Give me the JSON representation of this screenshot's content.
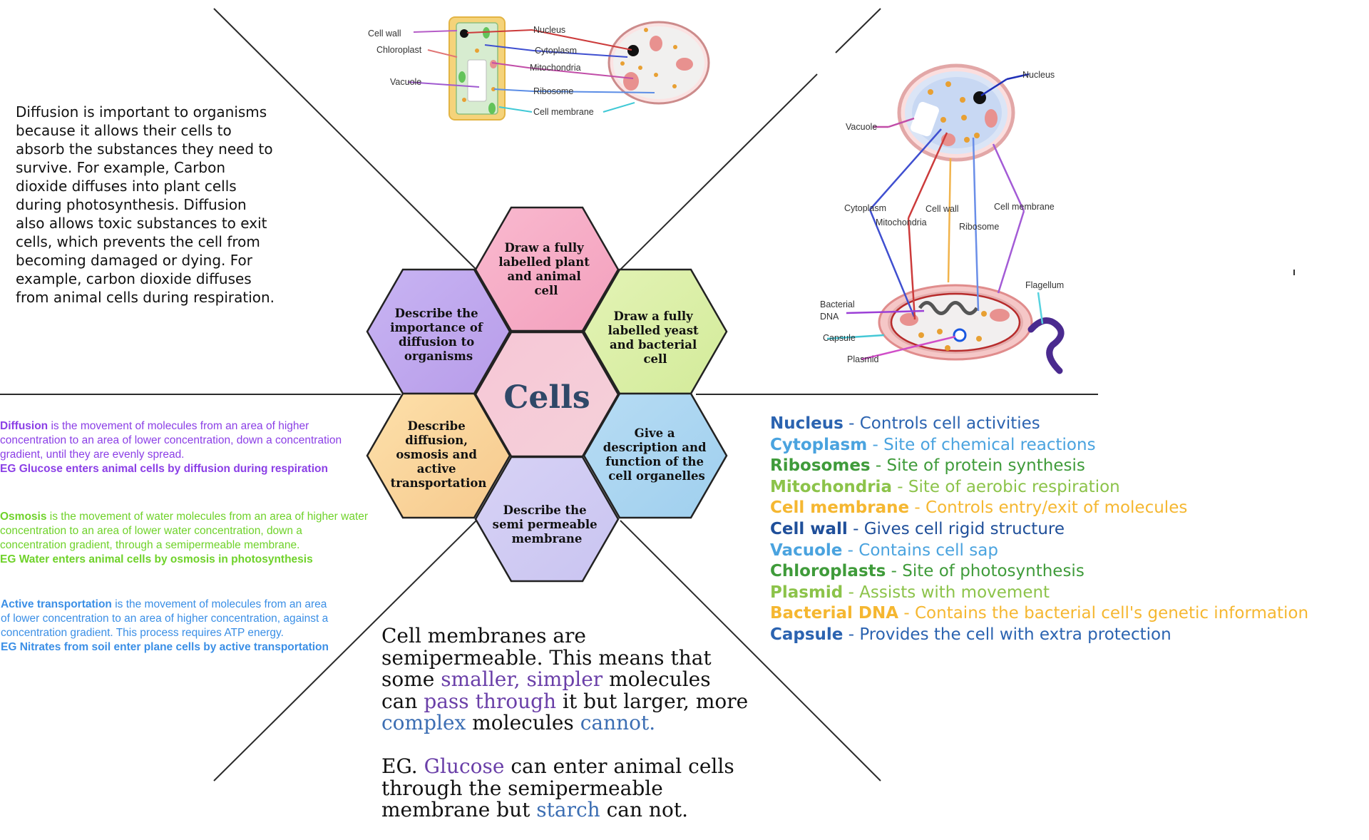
{
  "hexagons": {
    "center": "Cells",
    "top": [
      "Draw a fully",
      "labelled plant",
      "and animal",
      "cell"
    ],
    "upper_left": [
      "Describe the",
      "importance of",
      "diffusion to",
      "organisms"
    ],
    "upper_right": [
      "Draw a fully",
      "labelled yeast",
      "and bacterial",
      "cell"
    ],
    "lower_left": [
      "Describe",
      "diffusion,",
      "osmosis and",
      "active",
      "transportation"
    ],
    "lower_right": [
      "Give a",
      "description and",
      "function of the",
      "cell organelles"
    ],
    "bottom": [
      "Describe the",
      "semi permeable",
      "membrane"
    ]
  },
  "diffusion_importance": "Diffusion is important to organisms because it allows their cells to absorb the substances they need to survive. For example, Carbon dioxide diffuses into plant cells during photosynthesis. Diffusion also allows toxic substances to exit cells, which prevents the cell from becoming damaged or dying. For example, carbon dioxide diffuses from animal cells during respiration.",
  "definitions": {
    "diffusion": {
      "term": "Diffusion",
      "text": " is the movement of molecules from an area of higher concentration to an area of lower concentration, down a concentration gradient, until they are evenly spread.",
      "example": "EG Glucose enters animal cells by diffusion during respiration",
      "color": "#8b3fe6"
    },
    "osmosis": {
      "term": "Osmosis",
      "text": " is the movement of water molecules from an area of higher water concentration to an area of lower water concentration, down a concentration gradient, through a semipermeable membrane.",
      "example": "EG Water enters animal cells by osmosis in photosynthesis",
      "color": "#6fd22a"
    },
    "active": {
      "term": "Active transportation",
      "text": " is the movement of molecules from an area of lower concentration to an area of higher concentration, against a concentration gradient. This process requires ATP energy.",
      "example": "EG Nitrates from soil enter plane cells by active transportation",
      "color": "#3b8fe6"
    }
  },
  "organelles": [
    {
      "name": "Nucleus",
      "desc": " - Controls cell activities",
      "color": "#2b63b0"
    },
    {
      "name": "Cytoplasm",
      "desc": " - Site of chemical reactions",
      "color": "#4aa3df"
    },
    {
      "name": "Ribosomes",
      "desc": " - Site of protein synthesis",
      "color": "#3f9b3a"
    },
    {
      "name": "Mitochondria",
      "desc": " - Site of aerobic respiration",
      "color": "#8cc34a"
    },
    {
      "name": "Cell membrane",
      "desc": " - Controls entry/exit of molecules",
      "color": "#f5b731"
    },
    {
      "name": "Cell wall",
      "desc": " - Gives cell rigid structure",
      "color": "#1f4f9a"
    },
    {
      "name": "Vacuole",
      "desc": " - Contains cell sap",
      "color": "#4aa3df"
    },
    {
      "name": "Chloroplasts",
      "desc": " - Site of photosynthesis",
      "color": "#3f9b3a"
    },
    {
      "name": "Plasmid",
      "desc": " - Assists with movement",
      "color": "#8cc34a"
    },
    {
      "name": "Bacterial DNA",
      "desc": " - Contains the bacterial cell's genetic information",
      "color": "#f5b731"
    },
    {
      "name": "Capsule",
      "desc": " - Provides the cell with extra protection",
      "color": "#2b63b0"
    }
  ],
  "semipermeable": {
    "p1": [
      {
        "t": "Cell membranes are semipermeable. This means that some ",
        "c": ""
      },
      {
        "t": "smaller, simpler",
        "c": "purple"
      },
      {
        "t": " molecules can ",
        "c": ""
      },
      {
        "t": "pass through",
        "c": "purple"
      },
      {
        "t": " it but larger, more ",
        "c": ""
      },
      {
        "t": "complex",
        "c": "blue"
      },
      {
        "t": " molecules ",
        "c": ""
      },
      {
        "t": "cannot.",
        "c": "blue"
      }
    ],
    "p2": [
      {
        "t": "EG. ",
        "c": ""
      },
      {
        "t": "Glucose",
        "c": "purple"
      },
      {
        "t": " can enter animal cells through the semipermeable membrane but ",
        "c": ""
      },
      {
        "t": "starch",
        "c": "blue"
      },
      {
        "t": " can not.",
        "c": ""
      }
    ]
  },
  "plant_diagram_labels": {
    "cell_wall": "Cell wall",
    "chloroplast": "Chloroplast",
    "vacuole": "Vacuole",
    "nucleus": "Nucleus",
    "cytoplasm": "Cytoplasm",
    "mitochondria": "Mitochondria",
    "ribosome": "Ribosome",
    "cell_membrane": "Cell membrane"
  },
  "yeast_diagram_labels": {
    "nucleus": "Nucleus",
    "vacuole": "Vacuole",
    "cytoplasm": "Cytoplasm",
    "mitochondria": "Mitochondria",
    "cell_wall": "Cell wall",
    "ribosome": "Ribosome",
    "cell_membrane": "Cell membrane",
    "flagellum": "Flagellum",
    "bacterial_dna_1": "Bacterial",
    "bacterial_dna_2": "DNA",
    "capsule": "Capsule",
    "plasmid": "Plasmid"
  }
}
